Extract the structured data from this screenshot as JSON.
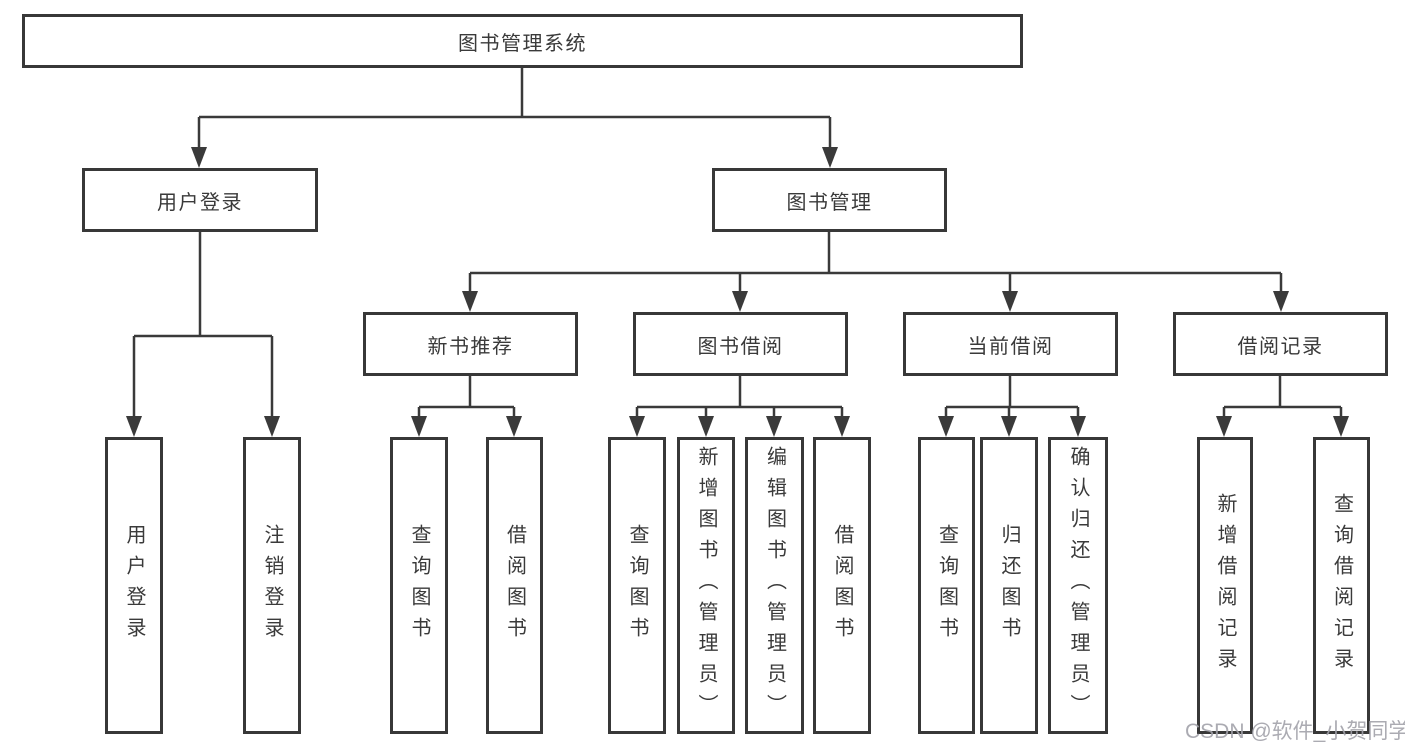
{
  "diagram": {
    "root": "图书管理系统",
    "level2": [
      "用户登录",
      "图书管理"
    ],
    "level3": [
      "新书推荐",
      "图书借阅",
      "当前借阅",
      "借阅记录"
    ],
    "leaves": [
      "用户登录",
      "注销登录",
      "查询图书",
      "借阅图书",
      "查询图书",
      "新增图书（管理员）",
      "编辑图书（管理员）",
      "借阅图书",
      "查询图书",
      "归还图书",
      "确认归还（管理员）",
      "新增借阅记录",
      "查询借阅记录"
    ],
    "watermark": "CSDN @软件_小贺同学",
    "colors": {
      "line": "#3a3a3a",
      "border": "#383838",
      "text": "#3a3a3a",
      "watermark": "#a2a2aa",
      "background": "#ffffff"
    }
  }
}
